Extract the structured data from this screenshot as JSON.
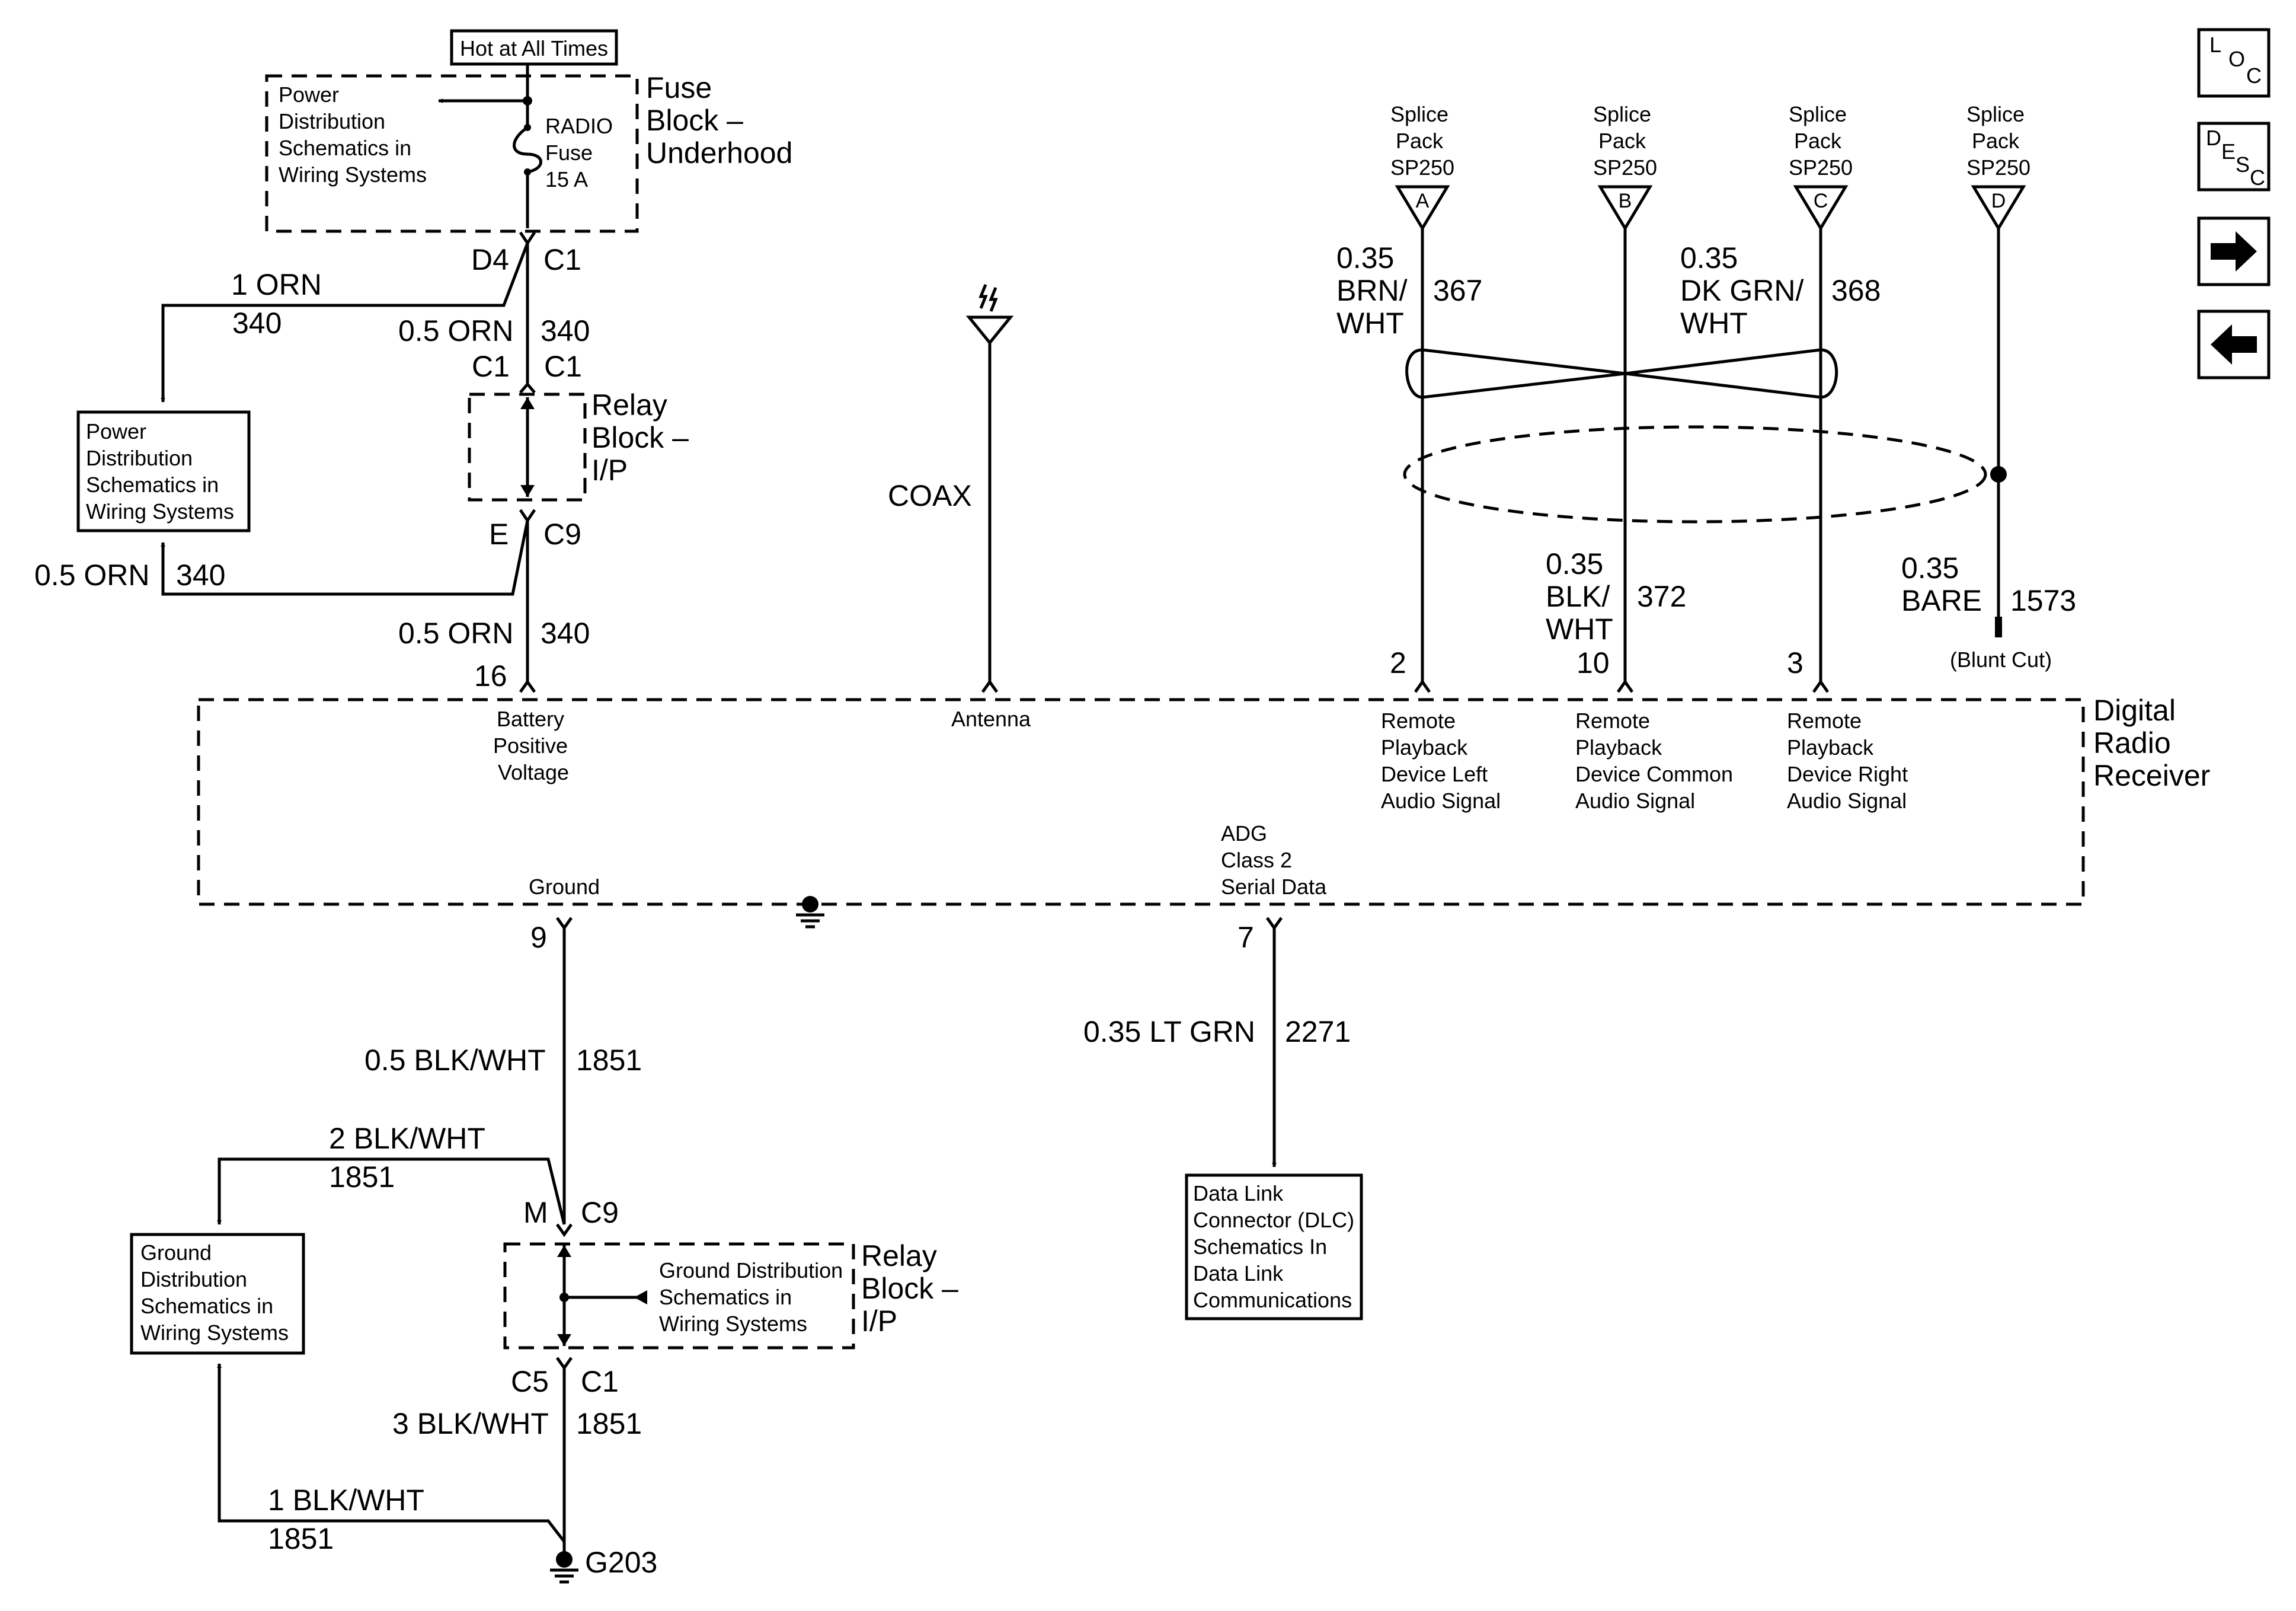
{
  "fuse_block": {
    "hot_label": "Hot at All Times",
    "title_lines": [
      "Fuse",
      "Block –",
      "Underhood"
    ],
    "power_dist_lines": [
      "Power",
      "Distribution",
      "Schematics in",
      "Wiring Systems"
    ],
    "fuse_lines": [
      "RADIO",
      "Fuse",
      "15 A"
    ]
  },
  "left_power_dist_lines": [
    "Power",
    "Distribution",
    "Schematics in",
    "Wiring Systems"
  ],
  "relay_block_upper": {
    "title_lines": [
      "Relay",
      "Block –",
      "I/P"
    ]
  },
  "relay_block_lower": {
    "title_lines": [
      "Relay",
      "Block –",
      "I/P"
    ],
    "ground_dist_lines": [
      "Ground Distribution",
      "Schematics in",
      "Wiring Systems"
    ]
  },
  "ground_dist_box_lines": [
    "Ground",
    "Distribution",
    "Schematics in",
    "Wiring Systems"
  ],
  "dlc_box_lines": [
    "Data Link",
    "Connector (DLC)",
    "Schematics In",
    "Data Link",
    "Communications"
  ],
  "receiver": {
    "title_lines": [
      "Digital",
      "Radio",
      "Receiver"
    ],
    "battery_lines": [
      "Battery",
      "Positive",
      "Voltage"
    ],
    "antenna_label": "Antenna",
    "left_audio_lines": [
      "Remote",
      "Playback",
      "Device Left",
      "Audio Signal"
    ],
    "common_audio_lines": [
      "Remote",
      "Playback",
      "Device Common",
      "Audio Signal"
    ],
    "right_audio_lines": [
      "Remote",
      "Playback",
      "Device Right",
      "Audio Signal"
    ],
    "ground_label": "Ground",
    "serial_lines": [
      "ADG",
      "Class 2",
      "Serial Data"
    ]
  },
  "splice_packs": [
    {
      "lines": [
        "Splice",
        "Pack",
        "SP250"
      ],
      "letter": "A"
    },
    {
      "lines": [
        "Splice",
        "Pack",
        "SP250"
      ],
      "letter": "B"
    },
    {
      "lines": [
        "Splice",
        "Pack",
        "SP250"
      ],
      "letter": "C"
    },
    {
      "lines": [
        "Splice",
        "Pack",
        "SP250"
      ],
      "letter": "D"
    }
  ],
  "wires": {
    "w1_color": "1 ORN",
    "w1_circuit": "340",
    "w2_color": "0.5 ORN",
    "w2_circuit": "340",
    "w3_color": "0.5 ORN",
    "w3_circuit": "340",
    "w4_color": "0.5 ORN",
    "w4_circuit": "340",
    "brn_gauge": "0.35",
    "brn_color_lines": [
      "BRN/",
      "WHT"
    ],
    "brn_circuit": "367",
    "dkgrn_gauge": "0.35",
    "dkgrn_color_lines": [
      "DK GRN/",
      "WHT"
    ],
    "dkgrn_circuit": "368",
    "blk_gauge": "0.35",
    "blk_color_lines": [
      "BLK/",
      "WHT"
    ],
    "blk_circuit": "372",
    "bare_gauge": "0.35",
    "bare_color": "BARE",
    "bare_circuit": "1573",
    "coax": "COAX",
    "g1_color": "0.5 BLK/WHT",
    "g1_circuit": "1851",
    "g2_color": "2 BLK/WHT",
    "g2_circuit": "1851",
    "g3_color": "3 BLK/WHT",
    "g3_circuit": "1851",
    "g4_color": "1 BLK/WHT",
    "g4_circuit": "1851",
    "data_color": "0.35 LT GRN",
    "data_circuit": "2271"
  },
  "connectors": {
    "d4": "D4",
    "c1_top": "C1",
    "c1_a": "C1",
    "c1_b": "C1",
    "e": "E",
    "c9_top": "C9",
    "pin16": "16",
    "pin2": "2",
    "pin10": "10",
    "pin3": "3",
    "pin9": "9",
    "pin7": "7",
    "m": "M",
    "c9_bot": "C9",
    "c5": "C5",
    "c1_bot": "C1"
  },
  "blunt_cut": "(Blunt Cut)",
  "ground_point": "G203",
  "nav_buttons": {
    "loc": [
      "L",
      "O",
      "C"
    ],
    "desc": [
      "D",
      "E",
      "S",
      "C"
    ]
  }
}
